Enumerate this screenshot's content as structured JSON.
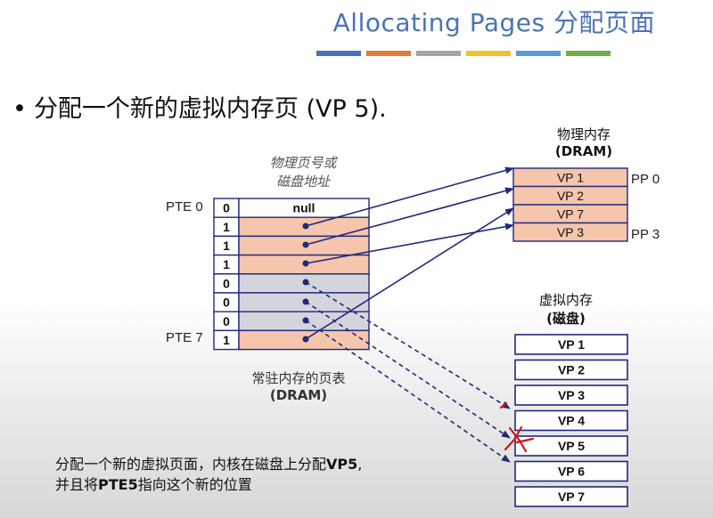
{
  "title": "Allocating Pages 分配页面",
  "bullet_text": "分配一个新的虚拟内存页 (VP 5).",
  "phys_mem": {
    "title_line1": "物理内存",
    "title_line2": "(DRAM)",
    "cells": [
      "VP 1",
      "VP 2",
      "VP 7",
      "VP 3"
    ],
    "labels": [
      "PP 0",
      "PP 3"
    ]
  },
  "page_table": {
    "header_line1": "物理页号或",
    "header_line2": "磁盘地址",
    "valid": [
      "0",
      "1",
      "1",
      "1",
      "0",
      "0",
      "0",
      "1"
    ],
    "first_entry": "null",
    "pte_first": "PTE 0",
    "pte_last": "PTE 7",
    "caption_line1": "常驻内存的页表",
    "caption_line2": "(DRAM)"
  },
  "virt_mem": {
    "title_line1": "虚拟内存",
    "title_line2": "(磁盘)",
    "cells": [
      "VP 1",
      "VP 2",
      "VP 3",
      "VP 4",
      "VP 5",
      "VP 6",
      "VP 7"
    ]
  },
  "note": {
    "line1_a": "分配一个新的虚拟页面，内核在磁盘上分配",
    "line1_b": "VP5",
    "line1_c": ",",
    "line2_a": "并且将",
    "line2_b": "PTE5",
    "line2_c": "指向这个新的位置"
  },
  "colors": {
    "accent": "#4a73b7",
    "salmon": "#f5c5ac",
    "gray": "#d4d4dc",
    "border": "#1f2a7a",
    "bars": [
      "#4a73b7",
      "#e07b39",
      "#a5a5a5",
      "#f2c12e",
      "#5b9bd5",
      "#70ad47"
    ]
  }
}
